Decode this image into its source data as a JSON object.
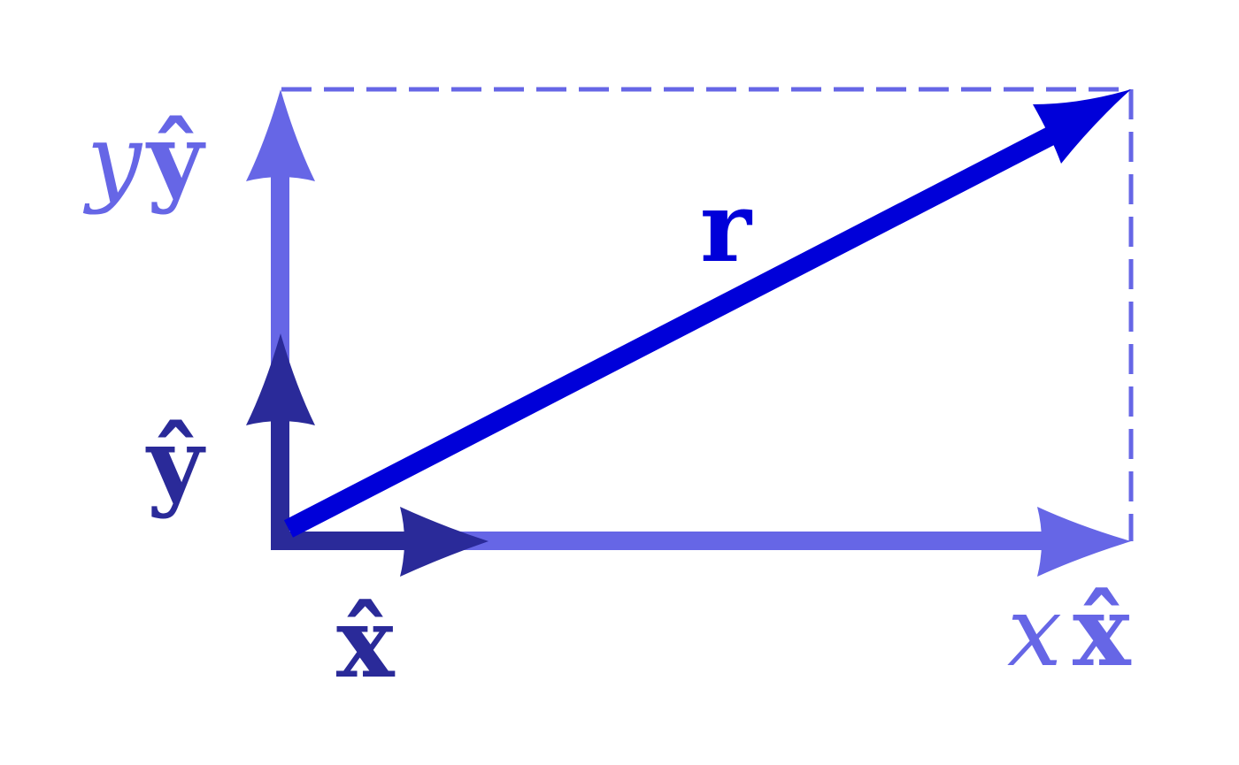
{
  "colors": {
    "light": "#6666e6",
    "dark": "#2a2a99",
    "bright": "#0000d9",
    "background": "#ffffff"
  },
  "labels": {
    "r_vector": "r",
    "x_component_coef": "x",
    "x_component_unit": "x̂",
    "y_component_coef": "y",
    "y_component_unit": "ŷ",
    "x_unit": "x̂",
    "y_unit": "ŷ"
  }
}
